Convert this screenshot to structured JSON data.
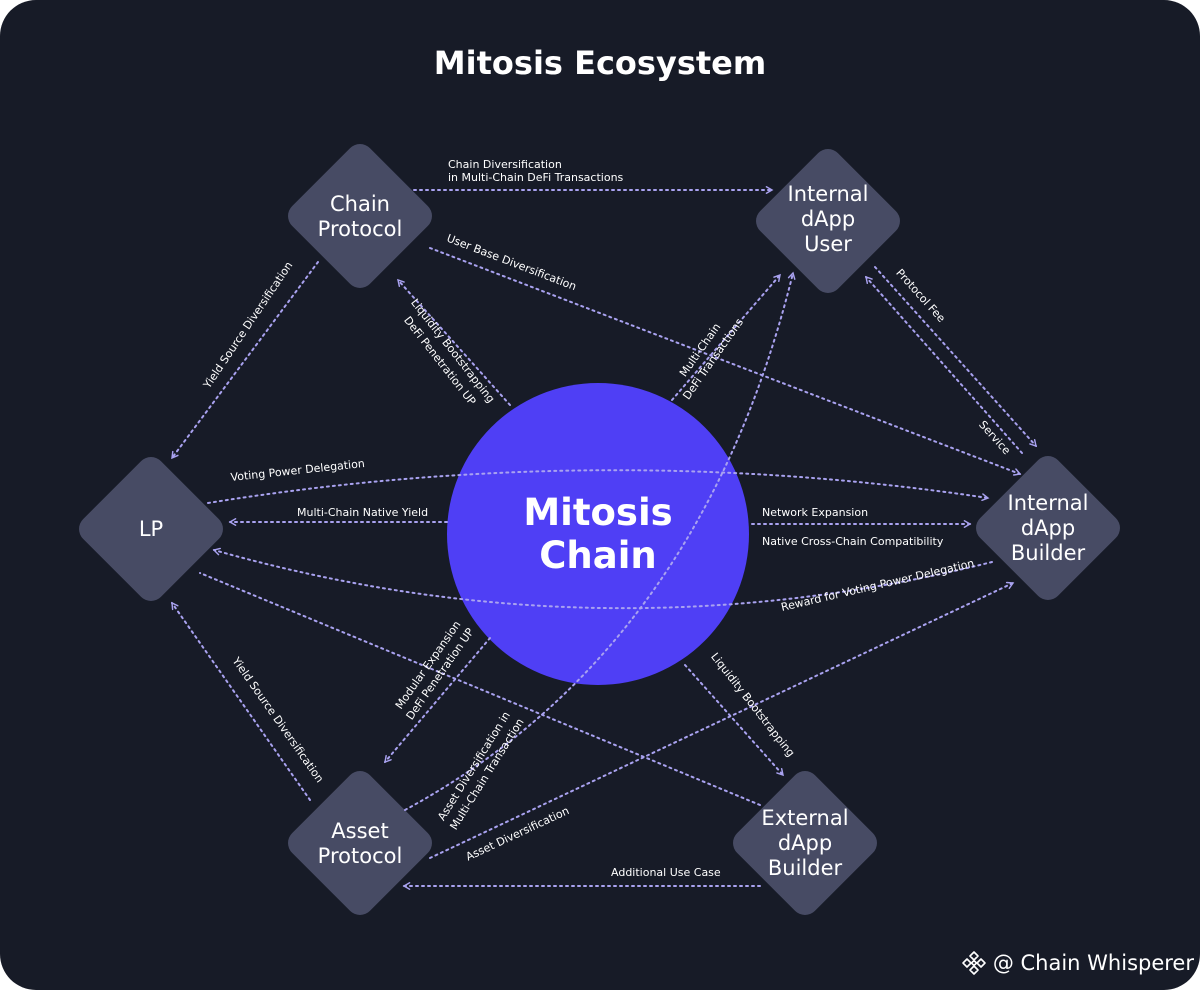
{
  "title": "Mitosis Ecosystem",
  "center": {
    "line1": "Mitosis",
    "line2": "Chain"
  },
  "nodes": {
    "chain_protocol": {
      "line1": "Chain",
      "line2": "Protocol"
    },
    "internal_user": {
      "line1": "Internal",
      "line2": "dApp",
      "line3": "User"
    },
    "lp": {
      "line1": "LP"
    },
    "internal_builder": {
      "line1": "Internal",
      "line2": "dApp",
      "line3": "Builder"
    },
    "asset_protocol": {
      "line1": "Asset",
      "line2": "Protocol"
    },
    "external_builder": {
      "line1": "External",
      "line2": "dApp",
      "line3": "Builder"
    }
  },
  "edges": {
    "chain_div_1": "Chain Diversification",
    "chain_div_2": "in Multi-Chain DeFi Transactions",
    "user_base": "User Base Diversification",
    "yield_top": "Yield Source Diversification",
    "liq_boot_1": "Liquidity Bootstrapping",
    "liq_boot_2": "DeFi Penetration UP",
    "multichain_1": "Multi-Chain",
    "multichain_2": "DeFi Transactions",
    "protocol_fee": "Protocol Fee",
    "service": "Service",
    "voting": "Voting Power Delegation",
    "native_yield": "Multi-Chain Native Yield",
    "network_exp": "Network Expansion",
    "native_cc": "Native Cross-Chain Compatibility",
    "reward": "Reward for Voting Power Delegation",
    "modular_1": "Modular Expansion",
    "modular_2": "DeFi Penetration UP",
    "liq_boot_bottom": "Liquidity Bootstrapping",
    "yield_bottom": "Yield Source Diversification",
    "asset_div_1": "Asset Diversification in",
    "asset_div_2": "Multi-Chain Transaction",
    "asset_div": "Asset Diversification",
    "additional": "Additional Use Case"
  },
  "watermark": "@ Chain Whisperer",
  "colors": {
    "background": "#171b27",
    "node": "#474b64",
    "center": "#4f3ff5",
    "link": "#a9a2f0"
  }
}
